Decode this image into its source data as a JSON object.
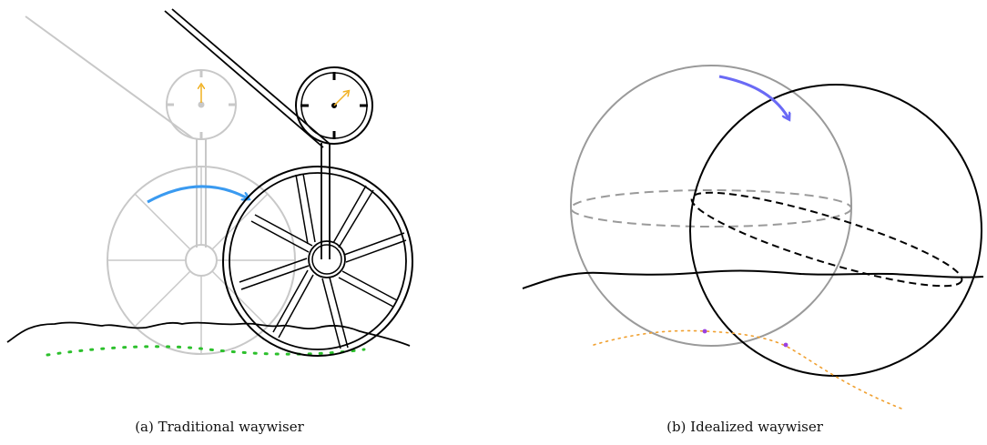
{
  "captions": {
    "a": "(a) Traditional waywiser",
    "b": "(b) Idealized waywiser"
  },
  "colors": {
    "ghost": "#c8c8c8",
    "ink": "#000000",
    "arrow_left": "#3a9af0",
    "arrow_right": "#6a6af5",
    "needle": "#f0b020",
    "ground_trace": "#2cc02c",
    "path_trace": "#f0a030",
    "path_points": "#9a40e0"
  },
  "icons": [
    "curved-rotation-arrow",
    "dial-needle",
    "dotted-trace"
  ]
}
